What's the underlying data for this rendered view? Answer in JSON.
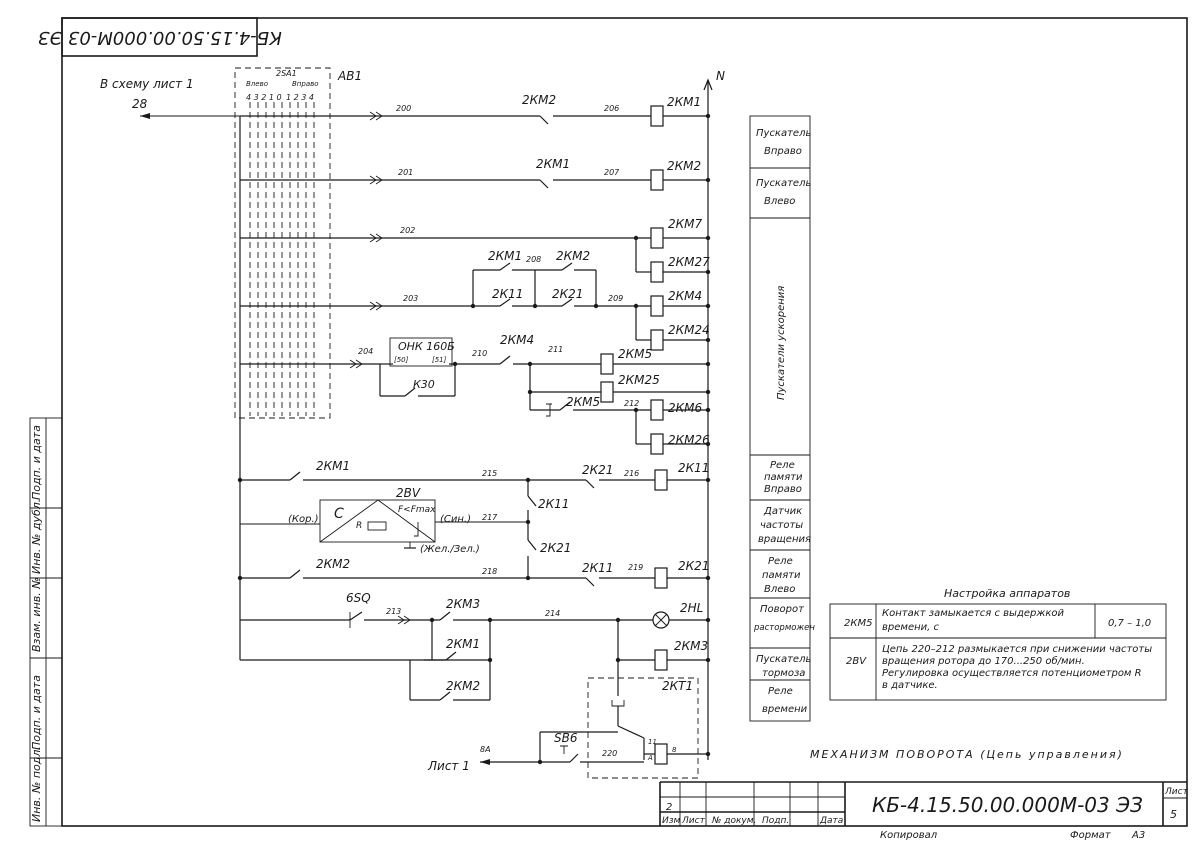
{
  "title_block": {
    "doc_code": "КБ-4.15.50.00.000М-03 ЭЗ",
    "doc_code_rotated": "КБ-4.15.50.00.000М-03 ЭЗ",
    "sheet_label": "Лист",
    "sheet_no": "5",
    "change_no": "2",
    "col_izm": "Изм",
    "col_list": "Лист",
    "col_doc": "№ докум.",
    "col_sign": "Подп.",
    "col_date": "Дата",
    "copied": "Копировал",
    "format_label": "Формат",
    "format_value": "А3"
  },
  "side_stamps": [
    "Подп. и дата",
    "Инв. № дубл.",
    "Взам. инв. №",
    "Подп. и дата",
    "Инв. № подл."
  ],
  "caption": "МЕХАНИЗМ ПОВОРОТА (Цепь управления)",
  "top_labels": {
    "to_scheme": "В схему лист 1",
    "wire_28": "28",
    "sa": "2SA1",
    "ab1": "АВ1",
    "left": "Влево",
    "right": "Вправо",
    "left_positions": "4 3 2 1 0",
    "right_positions": "1 2 3 4",
    "n": "N"
  },
  "wires": {
    "w200": "200",
    "w201": "201",
    "w202": "202",
    "w203": "203",
    "w204": "204",
    "w206": "206",
    "w207": "207",
    "w208": "208",
    "w209": "209",
    "w210": "210",
    "w211": "211",
    "w212": "212",
    "w213": "213",
    "w214": "214",
    "w215": "215",
    "w216": "216",
    "w217": "217",
    "w218": "218",
    "w219": "219",
    "w220": "220",
    "w8a": "8А"
  },
  "contacts": {
    "km2_r1": "2КМ2",
    "km1_r2": "2КМ1",
    "km1_r4": "2КМ1",
    "km2_r4": "2КМ2",
    "k11_r4": "2К11",
    "k21_r4": "2К21",
    "km4_r5": "2КМ4",
    "km5_r6": "2КМ5",
    "km1_r7": "2КМ1",
    "k21_r7": "2К21",
    "k11_v": "2К11",
    "k21_v": "2К21",
    "km2_r8": "2КМ2",
    "k11_r8": "2К11",
    "sq6": "6SQ",
    "km3_r9": "2КМ3",
    "km1_r10": "2КМ1",
    "km2_r11": "2КМ2",
    "sb6": "SB6",
    "k30": "К30"
  },
  "coils": {
    "km1": "2КМ1",
    "km2": "2КМ2",
    "km7": "2КМ7",
    "km27": "2КМ27",
    "km4": "2КМ4",
    "km24": "2КМ24",
    "km5": "2КМ5",
    "km25": "2КМ25",
    "km6": "2КМ6",
    "km26": "2КМ26",
    "k11": "2К11",
    "k21": "2К21",
    "hl": "2HL",
    "km3": "2КМ3",
    "kt1": "2КТ1"
  },
  "ohk": {
    "name": "ОНК 160Б",
    "pin_a": "[50]",
    "pin_b": "[51]"
  },
  "sensor": {
    "name": "2BV",
    "c": "С",
    "f": "F<Fmax",
    "r": "R",
    "kor": "(Кор.)",
    "sin": "(Син.)",
    "gnd": "(Жел./Зел.)"
  },
  "kt_pins": {
    "p11": "11",
    "p8": "8",
    "pa": "А"
  },
  "to_sheet": "Лист 1",
  "legend": [
    {
      "lines": [
        "Пускатель",
        "Вправо"
      ]
    },
    {
      "lines": [
        "Пускатель",
        "Влево"
      ]
    },
    {
      "lines": [
        "Пускатели ускорения"
      ]
    },
    {
      "lines": [
        "Реле",
        "памяти",
        "Вправо"
      ]
    },
    {
      "lines": [
        "Датчик",
        "частоты",
        "вращения"
      ]
    },
    {
      "lines": [
        "Реле",
        "памяти",
        "Влево"
      ]
    },
    {
      "lines": [
        "Поворот",
        "расторможен"
      ]
    },
    {
      "lines": [
        "Пускатель",
        "тормоза"
      ]
    },
    {
      "lines": [
        "Реле",
        "времени"
      ]
    }
  ],
  "settings": {
    "title": "Настройка аппаратов",
    "rows": [
      {
        "dev": "2КМ5",
        "text": [
          "Контакт замыкается с выдержкой",
          "времени, с"
        ],
        "value": "0,7 – 1,0"
      },
      {
        "dev": "2BV",
        "text": [
          "Цепь 220–212 размыкается при снижении частоты",
          "вращения ротора до 170...250 об/мин.",
          "Регулировка осуществляется потенциометром R",
          "в датчике."
        ],
        "value": ""
      }
    ]
  }
}
